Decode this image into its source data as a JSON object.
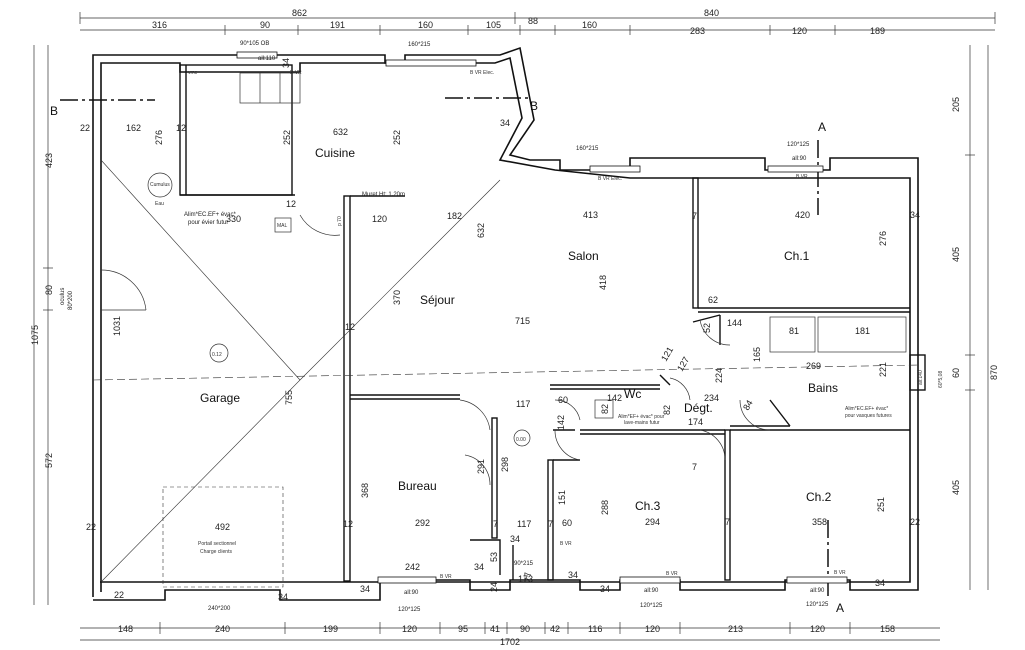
{
  "rooms": {
    "cuisine": "Cuisine",
    "salon": "Salon",
    "sejour": "Séjour",
    "garage": "Garage",
    "bureau": "Bureau",
    "ch1": "Ch.1",
    "ch2": "Ch.2",
    "ch3": "Ch.3",
    "bains": "Bains",
    "wc": "Wc",
    "degt": "Dégt."
  },
  "section_labels": {
    "b_left": "B",
    "b_right": "B",
    "a_top": "A",
    "a_bottom": "A"
  },
  "top_dims_row1": [
    "862",
    "840"
  ],
  "top_dims_row2": [
    "316",
    "90",
    "191",
    "160",
    "105",
    "88",
    "160",
    "283",
    "120",
    "189"
  ],
  "bottom_dims_row1": [
    "148",
    "240",
    "199",
    "120",
    "95",
    "41",
    "90",
    "42",
    "116",
    "120",
    "213",
    "120",
    "158"
  ],
  "bottom_total": "1702",
  "left_dims_outer": "1075",
  "left_dims_inner": [
    "423",
    "80",
    "572"
  ],
  "left_oculus": [
    "oculus",
    "80*200"
  ],
  "right_dims_outer": "870",
  "right_dims_inner": [
    "205",
    "405",
    "60",
    "405"
  ],
  "right_window": "60*5,08",
  "right_window_alli": "all:140",
  "interior_dims": {
    "d632a": "632",
    "d252a": "252",
    "d252b": "252",
    "d276a": "276",
    "d162": "162",
    "d22a": "22",
    "d12a": "12",
    "d34a": "34",
    "d34b": "34",
    "d120a": "120",
    "d182": "182",
    "d330": "330",
    "d632b": "632",
    "d413": "413",
    "d420": "420",
    "d7a": "7",
    "d34c": "34",
    "d276b": "276",
    "d418": "418",
    "d370": "370",
    "d715": "715",
    "d1031": "1031",
    "d755": "755",
    "d62": "62",
    "d52": "52",
    "d144": "144",
    "d81": "81",
    "d181": "181",
    "d165": "165",
    "d269": "269",
    "d221": "221",
    "d121": "121",
    "d127": "127",
    "d224": "224",
    "d142a": "142",
    "d234": "234",
    "d174": "174",
    "d84": "84",
    "d117a": "117",
    "d60a": "60",
    "d142b": "142",
    "d82a": "82",
    "d82b": "82",
    "d291": "291",
    "d298": "298",
    "d368": "368",
    "d151": "151",
    "d288": "288",
    "d251": "251",
    "d492": "492",
    "d12b": "12",
    "d292": "292",
    "d7b": "7",
    "d117b": "117",
    "d7c": "7",
    "d60b": "60",
    "d294": "294",
    "d7d": "7",
    "d358": "358",
    "d22b": "22",
    "d22c": "22",
    "d22d": "22",
    "d242": "242",
    "d34d": "34",
    "d53": "53",
    "d24": "24",
    "d173": "173",
    "d77": "77",
    "d34e": "34",
    "d34f": "34",
    "d34g": "34",
    "d34h": "34",
    "d34i": "34",
    "d12c": "12",
    "d7e": "7",
    "d34j": "34",
    "d12d": "12",
    "d22e": "22"
  },
  "openings": {
    "w_90_105": "90*105 OB",
    "alli_110": "all:110",
    "w_160_215a": "160*215",
    "w_160_215b": "160*215",
    "w_120_125a": "120*125",
    "alli_90a": "all:90",
    "w_240_200": "240*200",
    "w_120_125b": "120*125",
    "alli_90b": "all:90",
    "w_90_215": "90*215",
    "w_120_125c": "120*125",
    "alli_90c": "all:90",
    "w_120_125d": "120*125",
    "alli_90d": "all:90",
    "vr_elec_a": "B VR Elec.",
    "vr_elec_b": "B VR Elec.",
    "vr_a": "B VR",
    "vr_b": "B VR",
    "vr_c": "B VR",
    "vr_d": "B VR",
    "vr_e": "B VR",
    "vr_f": "B VR"
  },
  "notes": {
    "muret": "Muret Ht: 1.20m",
    "alim_evier_1": "Alim*EC.EF+ évac*",
    "alim_evier_2": "pour évier futur",
    "cumulus": "Cumulus",
    "mal": "MAL",
    "vmc": "vmc",
    "eau": "Eau",
    "garage_level": "0.12",
    "sejour_level": "0.00",
    "portail_1": "Portail sectionnel",
    "portail_2": "Charge clients",
    "alim_lave_1": "Alim*EF+ évac* pour",
    "alim_lave_2": "lave-mains futur",
    "alim_vasq_1": "Alim*EC.EF+ évac*",
    "alim_vasq_2": "pour vasques futures",
    "p70": "p 70"
  }
}
